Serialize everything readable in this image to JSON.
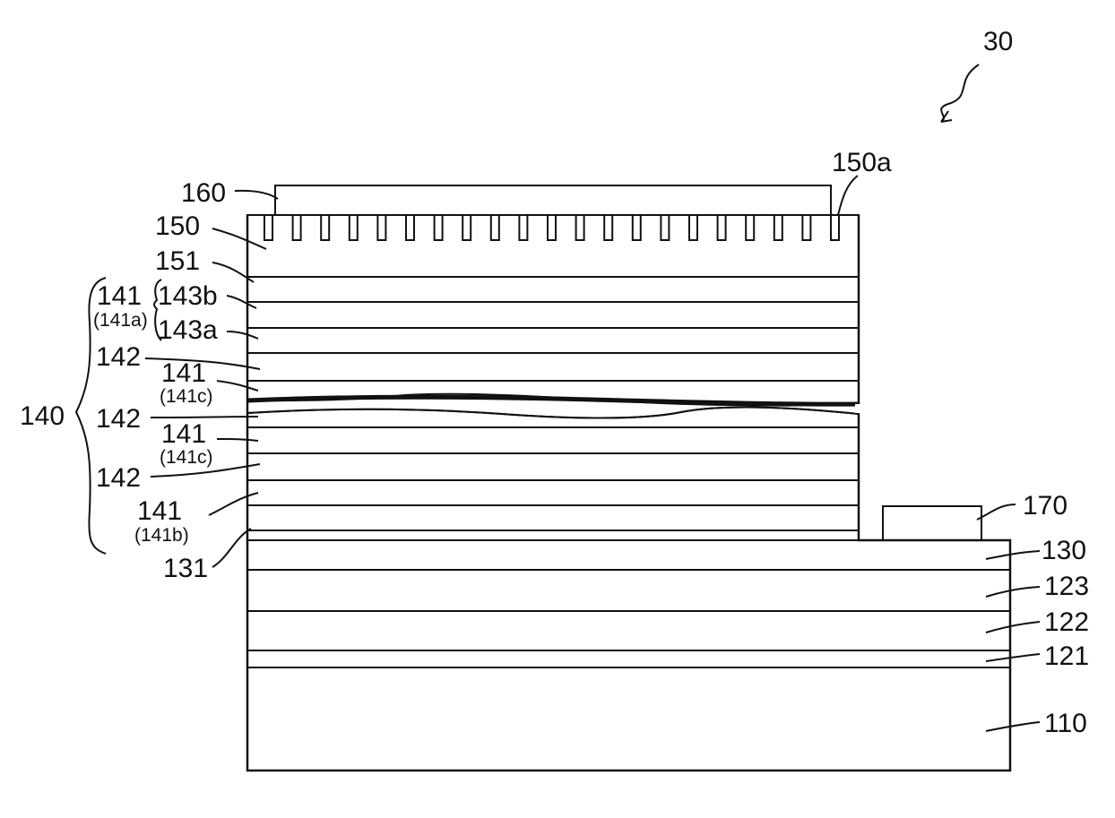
{
  "figure": {
    "ref_30": "30",
    "label_150a": "150a",
    "label_160": "160",
    "label_150": "150",
    "label_151": "151",
    "label_141_top": "141",
    "label_141a": "(141a)",
    "label_143b": "143b",
    "label_143a": "143a",
    "label_142_a": "142",
    "label_141_c1": "141",
    "label_141c_1": "(141c)",
    "label_140": "140",
    "label_142_b": "142",
    "label_141_c2": "141",
    "label_141c_2": "(141c)",
    "label_142_c": "142",
    "label_141_b": "141",
    "label_141b": "(141b)",
    "label_131": "131",
    "label_170": "170",
    "label_130": "130",
    "label_123": "123",
    "label_122": "122",
    "label_121": "121",
    "label_110": "110"
  }
}
